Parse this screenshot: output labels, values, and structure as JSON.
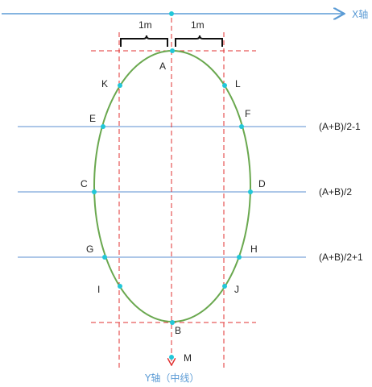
{
  "axes": {
    "x_label": "X轴",
    "y_label": "Y轴（中线）"
  },
  "dimensions": {
    "left_width": "1m",
    "right_width": "1m"
  },
  "points": {
    "A": "A",
    "B": "B",
    "C": "C",
    "D": "D",
    "E": "E",
    "F": "F",
    "G": "G",
    "H": "H",
    "I": "I",
    "J": "J",
    "K": "K",
    "L": "L",
    "M": "M"
  },
  "levels": {
    "upper": "(A+B)/2-1",
    "middle": "(A+B)/2",
    "lower": "(A+B)/2+1"
  },
  "colors": {
    "ellipse": "#6aa84f",
    "guide_lines": "#e03030",
    "level_lines": "#5b8fd0",
    "axis": "#5b9bd5",
    "points": "#22c7d9"
  }
}
